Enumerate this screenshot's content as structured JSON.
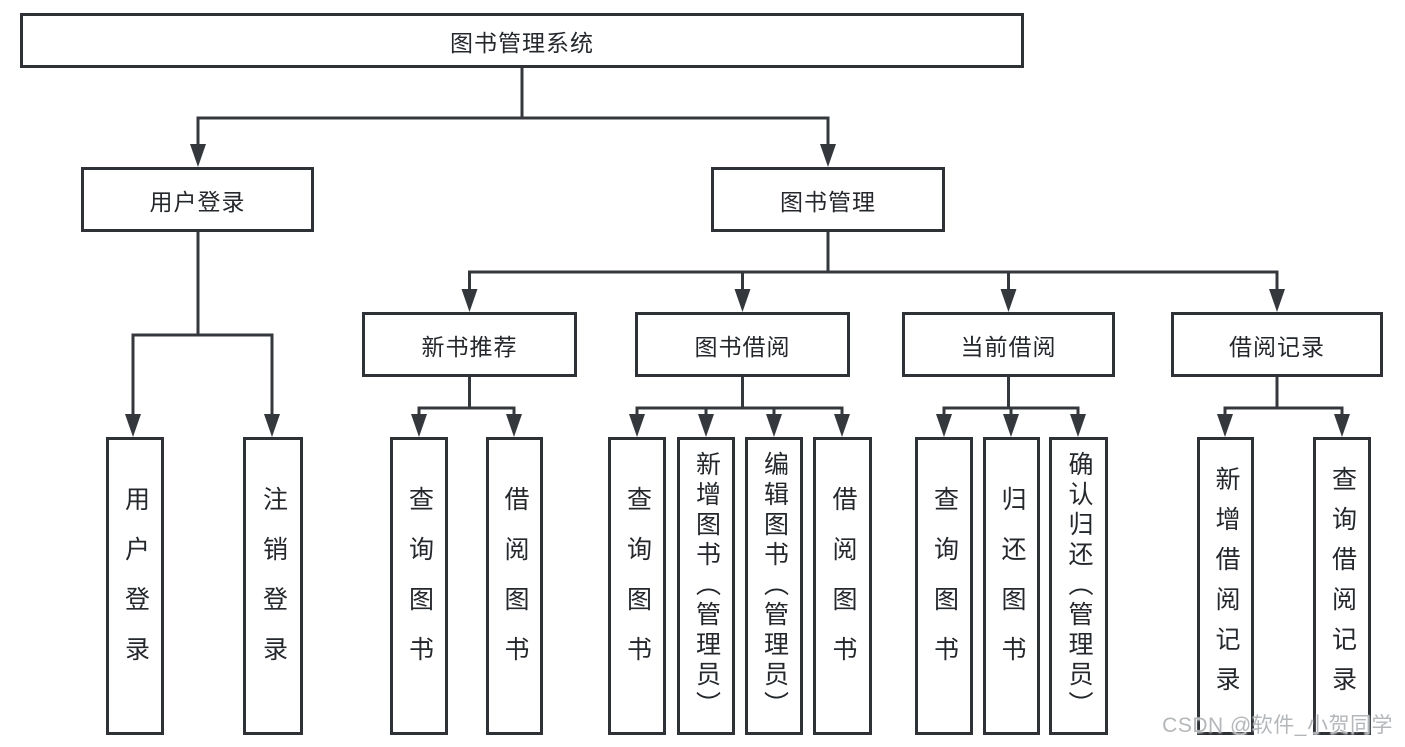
{
  "diagram": {
    "root": "图书管理系统",
    "groups": [
      {
        "label": "用户登录",
        "leaves": [
          "用户登录",
          "注销登录"
        ]
      },
      {
        "label": "图书管理",
        "sections": [
          {
            "label": "新书推荐",
            "leaves": [
              "查询图书",
              "借阅图书"
            ]
          },
          {
            "label": "图书借阅",
            "leaves": [
              "查询图书",
              "新增图书（管理员）",
              "编辑图书（管理员）",
              "借阅图书"
            ]
          },
          {
            "label": "当前借阅",
            "leaves": [
              "查询图书",
              "归还图书",
              "确认归还（管理员）"
            ]
          },
          {
            "label": "借阅记录",
            "leaves": [
              "新增借阅记录",
              "查询借阅记录"
            ]
          }
        ]
      }
    ]
  },
  "watermark": "CSDN @软件_小贺同学",
  "colors": {
    "line": "#34383c",
    "box_border": "#2e3236",
    "text": "#24282c",
    "watermark": "#b4b7ba",
    "background": "#ffffff"
  }
}
